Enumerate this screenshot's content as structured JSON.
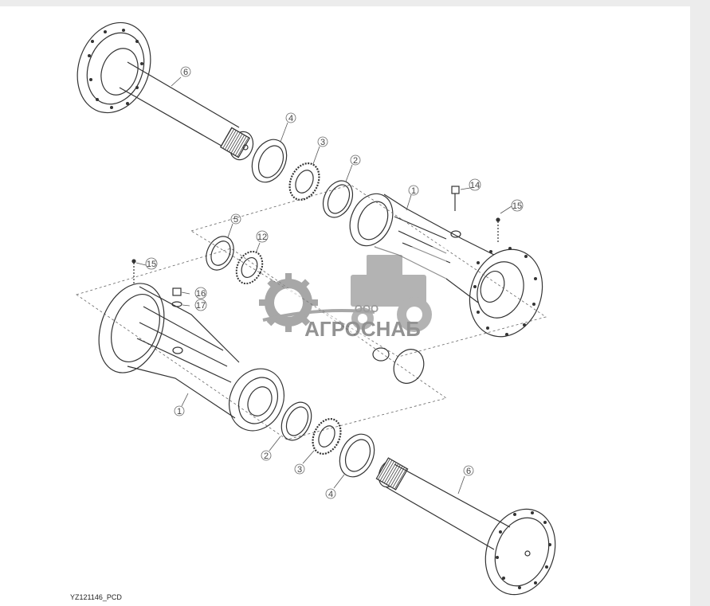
{
  "callouts": {
    "c6_top": "6",
    "c4_top": "4",
    "c3_top": "3",
    "c2_top": "2",
    "c1_top": "1",
    "c14": "14",
    "c15_right": "15",
    "c5": "5",
    "c12": "12",
    "c15_left": "15",
    "c16": "16",
    "c17": "17",
    "c1_bottom": "1",
    "c2_bottom": "2",
    "c3_bottom": "3",
    "c4_bottom": "4",
    "c6_bottom": "6"
  },
  "watermark": {
    "company_prefix": "ООО",
    "company_name": "АГРОСНАБ",
    "color": "#8a8a8a"
  },
  "caption": "YZ121146_PCD",
  "colors": {
    "line": "#333333",
    "leader": "#555555",
    "background": "#ececec"
  }
}
